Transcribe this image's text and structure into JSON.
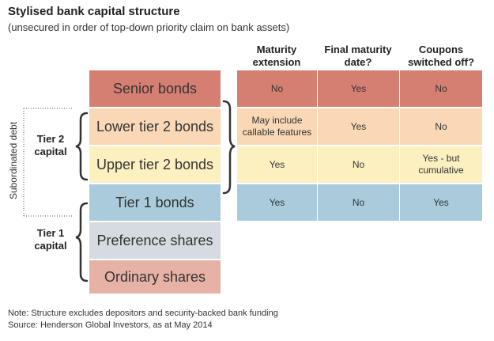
{
  "title": "Stylised bank capital structure",
  "subtitle": "(unsecured in order of top-down priority claim on bank assets)",
  "column_headers": [
    {
      "line1": "Maturity",
      "line2": "extension"
    },
    {
      "line1": "Final maturity",
      "line2": "date?"
    },
    {
      "line1": "Coupons",
      "line2": "switched off?"
    }
  ],
  "tiers": [
    {
      "label": "Senior bonds"
    },
    {
      "label": "Lower tier 2 bonds"
    },
    {
      "label": "Upper tier 2 bonds"
    },
    {
      "label": "Tier 1 bonds"
    },
    {
      "label": "Preference shares"
    },
    {
      "label": "Ordinary shares"
    }
  ],
  "table_rows": [
    {
      "cells": [
        {
          "line1": "No",
          "line2": ""
        },
        {
          "line1": "Yes",
          "line2": ""
        },
        {
          "line1": "No",
          "line2": ""
        }
      ]
    },
    {
      "cells": [
        {
          "line1": "May include",
          "line2": "callable features"
        },
        {
          "line1": "Yes",
          "line2": ""
        },
        {
          "line1": "No",
          "line2": ""
        }
      ]
    },
    {
      "cells": [
        {
          "line1": "Yes",
          "line2": ""
        },
        {
          "line1": "No",
          "line2": ""
        },
        {
          "line1": "Yes - but",
          "line2": "cumulative"
        }
      ]
    },
    {
      "cells": [
        {
          "line1": "Yes",
          "line2": ""
        },
        {
          "line1": "No",
          "line2": ""
        },
        {
          "line1": "Yes",
          "line2": ""
        }
      ]
    }
  ],
  "tier2_label": {
    "line1": "Tier 2",
    "line2": "capital"
  },
  "tier1_label": {
    "line1": "Tier 1",
    "line2": "capital"
  },
  "subordinated_label": "Subordinated debt",
  "note": "Note: Structure excludes depositors and security-backed bank funding",
  "source": "Source: Henderson Global Investors, as at May 2014",
  "colors": {
    "senior": "#d57f72",
    "lower_tier2": "#fad8b5",
    "upper_tier2": "#fcf0c0",
    "tier1": "#a9cbdc",
    "preference": "#d5dbe0",
    "ordinary": "#e6b2a6"
  }
}
